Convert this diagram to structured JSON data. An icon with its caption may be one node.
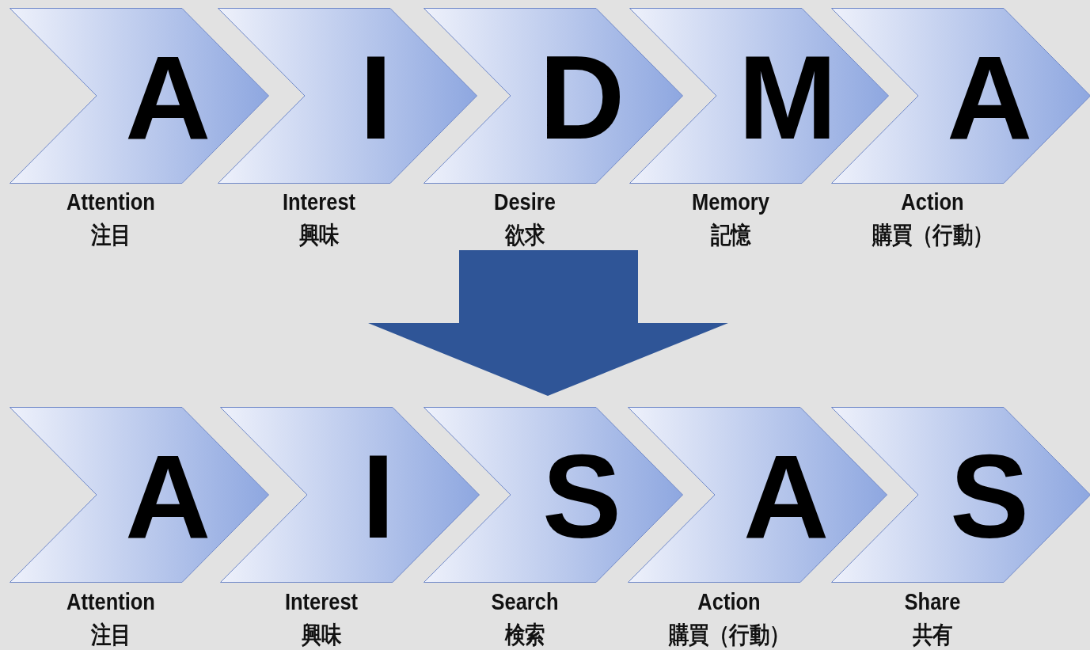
{
  "diagram": {
    "nodes": [
      {
        "text": [
          "A"
        ],
        "beside": [
          "Attention",
          "注目"
        ]
      },
      {
        "text": [
          "I"
        ],
        "beside": [
          "Interest",
          "興味"
        ]
      },
      {
        "text": [
          "D"
        ],
        "beside": [
          "Desire",
          "欲求"
        ]
      },
      {
        "text": [
          "M"
        ],
        "beside": [
          "Memory",
          "記憶"
        ]
      },
      {
        "text": [
          "A"
        ],
        "beside": [
          "Action",
          "購買（行動）"
        ]
      },
      {
        "text": [
          "A"
        ],
        "beside": [
          "Attention",
          "注目"
        ]
      },
      {
        "text": [
          "I"
        ],
        "beside": [
          "Interest",
          "興味"
        ]
      },
      {
        "text": [
          "S"
        ],
        "beside": [
          "Search",
          "検索"
        ]
      },
      {
        "text": [
          "A"
        ],
        "beside": [
          "Action",
          "購買（行動）"
        ]
      },
      {
        "text": [
          "S"
        ],
        "beside": [
          "Share",
          "共有"
        ]
      }
    ]
  }
}
